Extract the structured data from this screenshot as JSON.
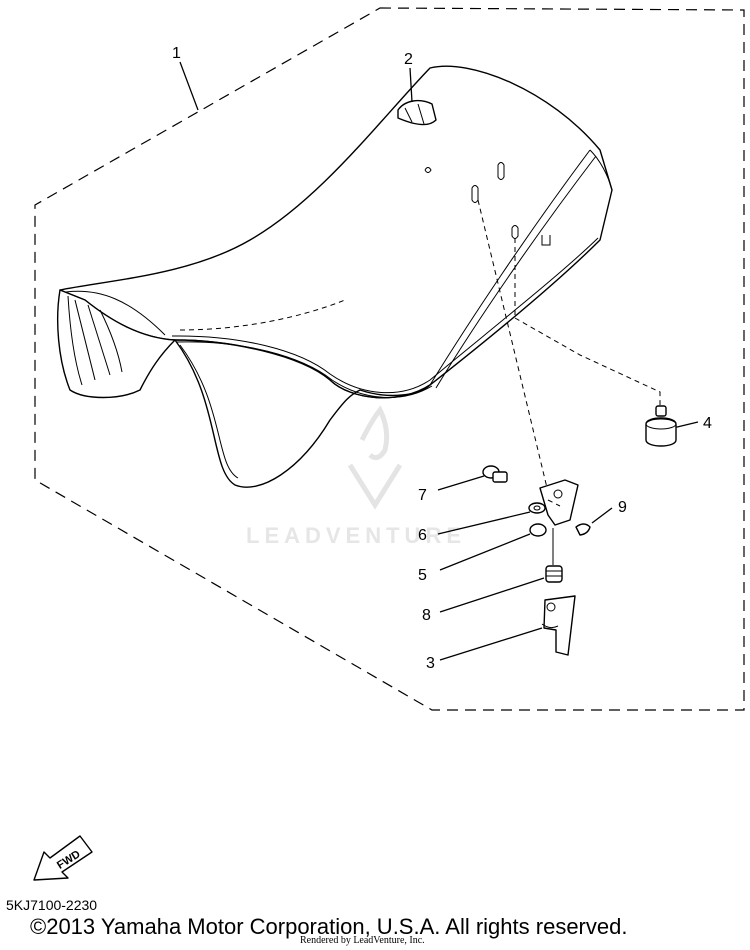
{
  "diagram": {
    "parts": [
      {
        "num": "1"
      },
      {
        "num": "2"
      },
      {
        "num": "3"
      },
      {
        "num": "4"
      },
      {
        "num": "5"
      },
      {
        "num": "6"
      },
      {
        "num": "7"
      },
      {
        "num": "8"
      },
      {
        "num": "9"
      }
    ],
    "fwd_label": "FWD",
    "watermark": "LEADVENTURE"
  },
  "footer": {
    "diagram_code": "5KJ7100-2230",
    "copyright": "©2013 Yamaha Motor Corporation, U.S.A. All rights reserved.",
    "rendered_by": "Rendered by LeadVenture, Inc."
  }
}
